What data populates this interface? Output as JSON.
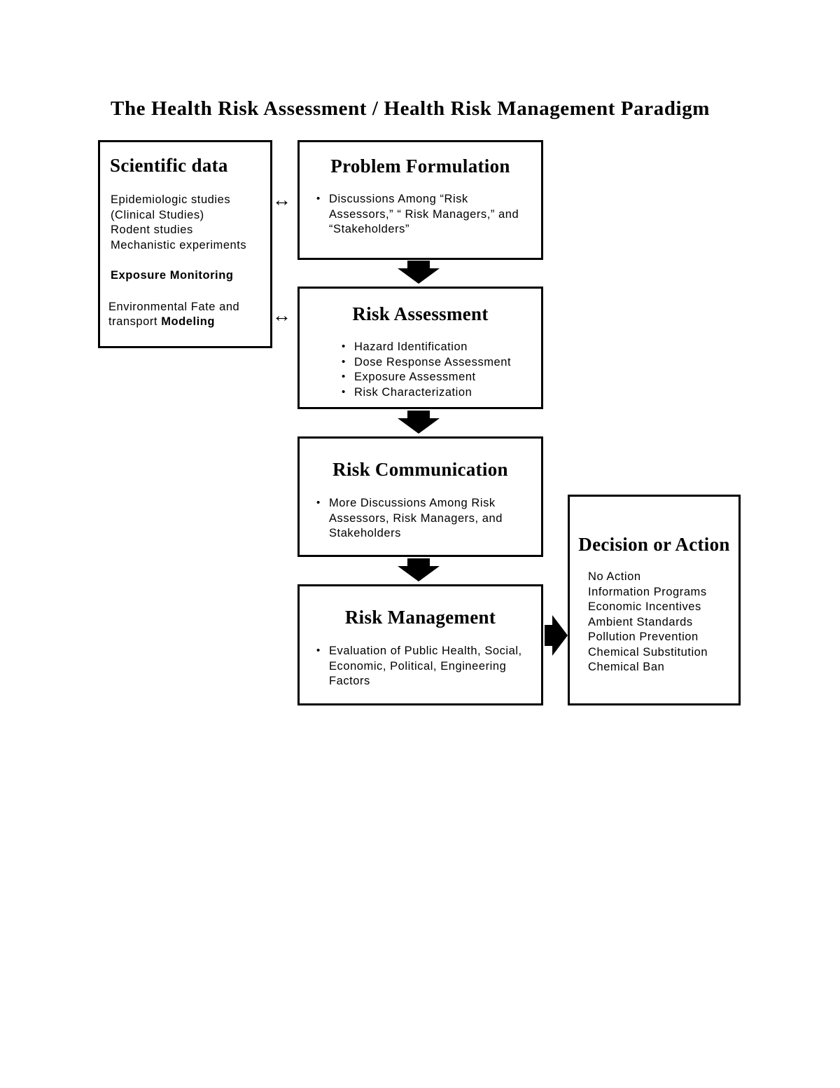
{
  "title": "The Health Risk Assessment / Health Risk Management Paradigm",
  "boxes": {
    "scientific_data": {
      "heading": "Scientific data",
      "group1": [
        "Epidemiologic studies",
        "(Clinical Studies)",
        "Rodent studies",
        "Mechanistic experiments"
      ],
      "group2": "Exposure Monitoring",
      "group3_line1": "Environmental  Fate and",
      "group3_line2_normal": "transport  ",
      "group3_line2_bold": "Modeling"
    },
    "problem_formulation": {
      "heading": "Problem Formulation",
      "bullet": "Discussions Among “Risk Assessors,” “ Risk Managers,” and “Stakeholders”"
    },
    "risk_assessment": {
      "heading": "Risk Assessment",
      "bullets": [
        "Hazard Identification",
        "Dose Response Assessment",
        "Exposure Assessment",
        "Risk Characterization"
      ]
    },
    "risk_communication": {
      "heading": "Risk Communication",
      "bullet": "More Discussions Among Risk Assessors, Risk Managers, and Stakeholders"
    },
    "risk_management": {
      "heading": "Risk Management",
      "bullet": "Evaluation of Public Health, Social, Economic, Political, Engineering Factors"
    },
    "decision_action": {
      "heading": "Decision or Action",
      "items": [
        "No Action",
        "Information Programs",
        "Economic Incentives",
        "Ambient Standards",
        "Pollution Prevention",
        "Chemical Substitution",
        "Chemical Ban"
      ]
    }
  },
  "arrows": {
    "double_headed_glyph": "↔",
    "sci_to_pf": "↔",
    "sci_to_ra": "↔"
  },
  "colors": {
    "stroke": "#000000",
    "fill": "#FFFFFF",
    "text": "#000000"
  }
}
